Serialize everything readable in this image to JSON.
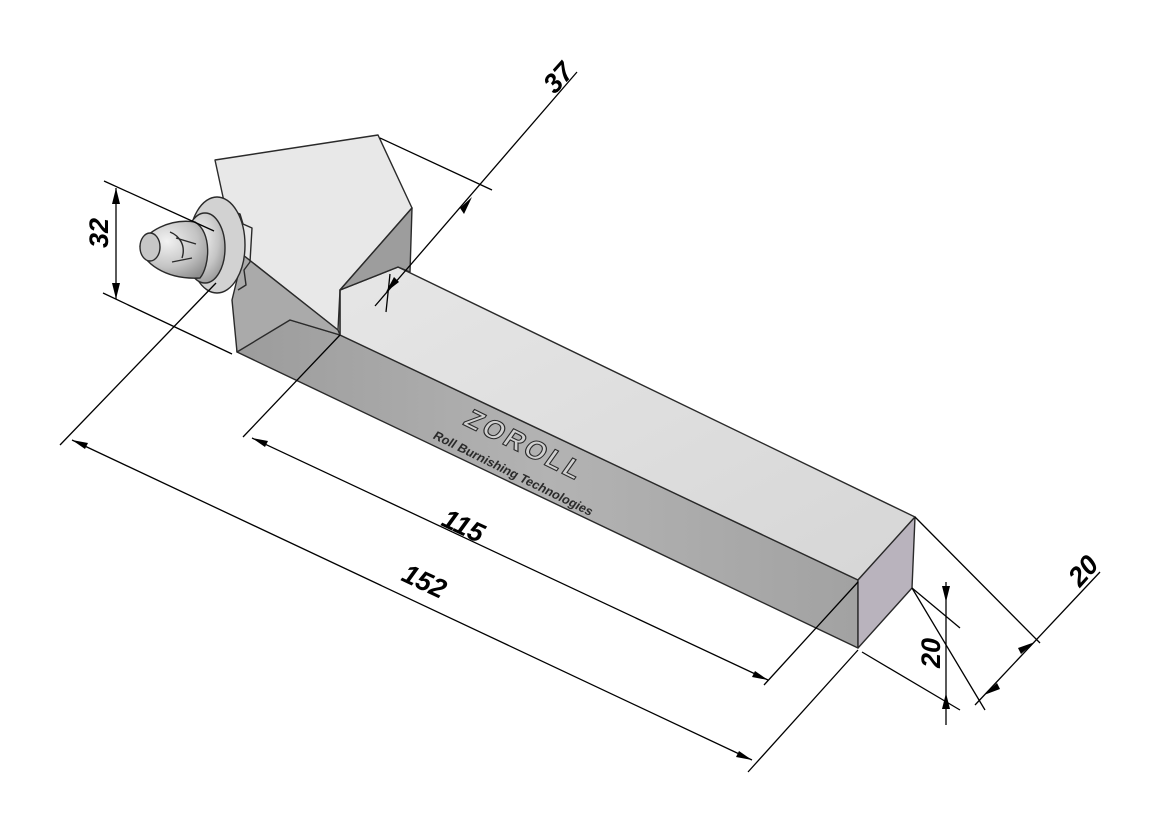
{
  "drawing": {
    "dimensions": {
      "head_width": "37",
      "head_height": "32",
      "shank_length": "115",
      "overall_length": "152",
      "shank_height": "20",
      "shank_width": "20"
    },
    "engraving": {
      "brand": "ZOROLL",
      "tagline": "Roll Burnishing Technologies"
    },
    "colors": {
      "top_face": "#dedede",
      "side_face": "#a9a9a9",
      "end_face": "#b9b3bd",
      "roller": "#c9c9c9",
      "line": "#000000"
    }
  }
}
